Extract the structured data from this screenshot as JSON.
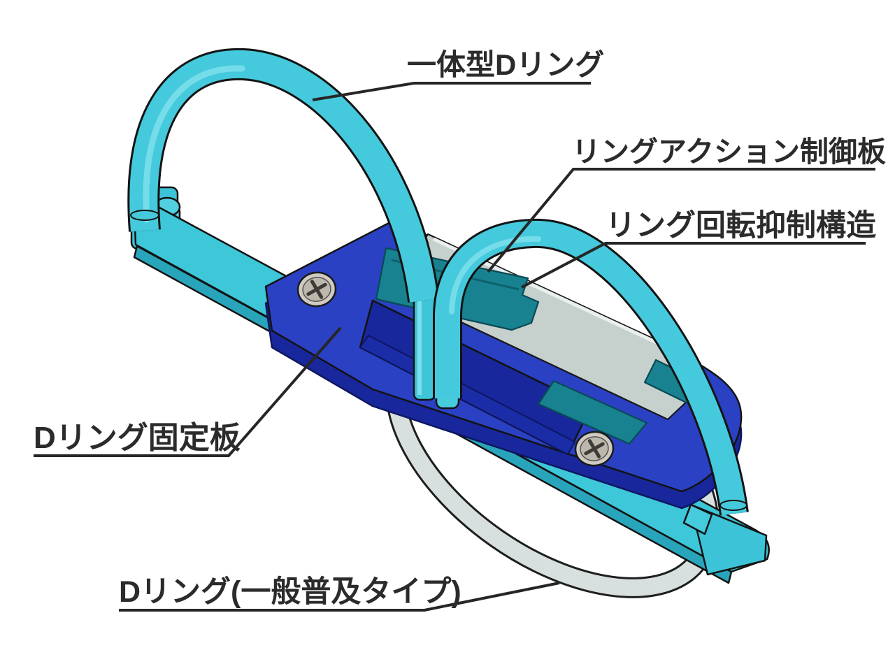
{
  "figure": {
    "type": "cad-annotated-diagram",
    "background": "#ffffff",
    "labels": [
      {
        "id": "integrated-d-ring",
        "text": "一体型Dリング"
      },
      {
        "id": "ring-action-control-plate",
        "text": "リングアクション制御板"
      },
      {
        "id": "ring-rotation-suppression-structure",
        "text": "リング回転抑制構造"
      },
      {
        "id": "d-ring-fixing-plate",
        "text": "Dリング固定板"
      },
      {
        "id": "d-ring-general-type",
        "text": "Dリング(一般普及タイプ)"
      }
    ],
    "parts": [
      {
        "name": "integrated-d-ring",
        "color": "#45C9DC"
      },
      {
        "name": "base-strap",
        "color": "#3EC6D9"
      },
      {
        "name": "d-ring-fixing-plate",
        "color": "#2B41C4"
      },
      {
        "name": "ring-action-control-plate",
        "color": "#188290"
      },
      {
        "name": "slide-plate",
        "color": "#C6D0CD"
      },
      {
        "name": "d-ring-general-type",
        "color": "#D8E0DF"
      },
      {
        "name": "screw",
        "color": "#C9C5BC"
      }
    ],
    "annotation": {
      "line_color": "#262626",
      "text_color": "#2b2b2b"
    }
  }
}
